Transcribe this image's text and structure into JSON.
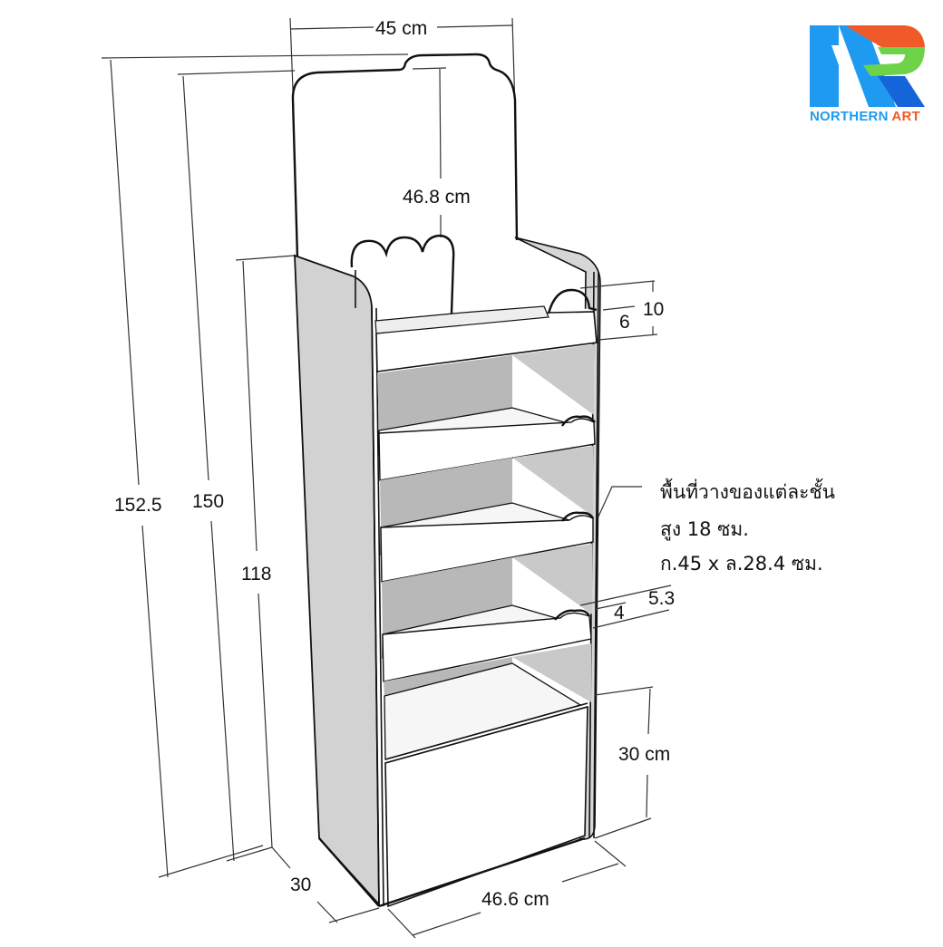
{
  "diagram": {
    "subject": "Display shelf stand dimension drawing",
    "dimensions": {
      "top_width": "45 cm",
      "header_height": "46.8 cm",
      "total_height_outer": "152.5",
      "total_height_inner": "150",
      "side_panel_height": "118",
      "top_lip_outer": "10",
      "top_lip_inner": "6",
      "shelf_lip_outer": "5.3",
      "shelf_lip_inner": "4",
      "base_height": "30 cm",
      "depth": "30",
      "base_width": "46.6 cm"
    },
    "shelf_note": {
      "line1": "พื้นที่วางของแต่ละชั้น",
      "line2": "สูง 18 ซม.",
      "line3": "ก.45 x ล.28.4 ซม."
    },
    "shelf_count": 4
  },
  "logo": {
    "brand_left": "NORTHERN",
    "brand_right": "ART",
    "colors": {
      "blue": "#1e9bf0",
      "orange": "#f05a28",
      "green": "#6fd34a",
      "dark_blue": "#1565d8"
    }
  },
  "colors": {
    "panel_gray": "#d4d4d4",
    "shadow_gray": "#b8b8b8",
    "shelf_white": "#f8f8f8",
    "line": "#111111"
  }
}
